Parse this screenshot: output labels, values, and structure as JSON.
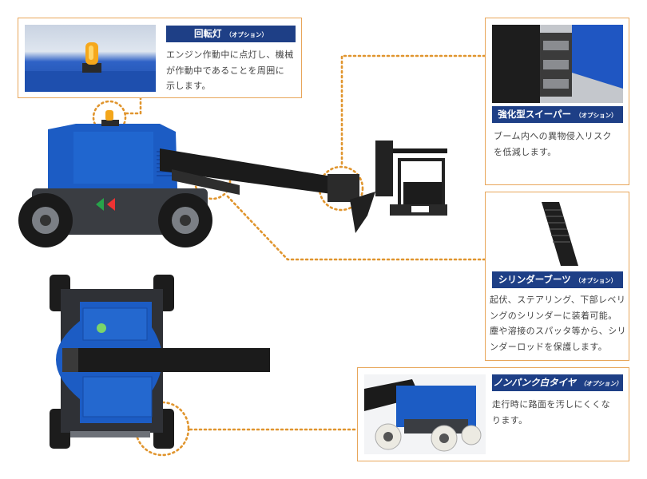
{
  "callouts": {
    "beacon": {
      "title": "回転灯",
      "option": "（オプション）",
      "desc": "エンジン作動中に点灯し、機械\nが作動中であることを周囲に\n示します。"
    },
    "sweeper": {
      "title": "強化型スイーパー",
      "option": "（オプション）",
      "desc": "ブーム内への異物侵入リスク\nを低減します。"
    },
    "boots": {
      "title": "シリンダーブーツ",
      "option": "（オプション）",
      "desc": "起伏、ステアリング、下部レベリ\nングのシリンダーに装着可能。\n塵や溶接のスパッタ等から、シリ\nンダーロッドを保護します。"
    },
    "tire": {
      "title": "ノンパンク白タイヤ",
      "option": "（オプション）",
      "desc": "走行時に路面を汚しにくくな\nります。"
    }
  },
  "colors": {
    "frame": "#e8a65a",
    "tag": "#1e3f86",
    "machine_blue": "#1c5cc4",
    "boom_black": "#1b1b1b",
    "leader": "#e0952e"
  }
}
